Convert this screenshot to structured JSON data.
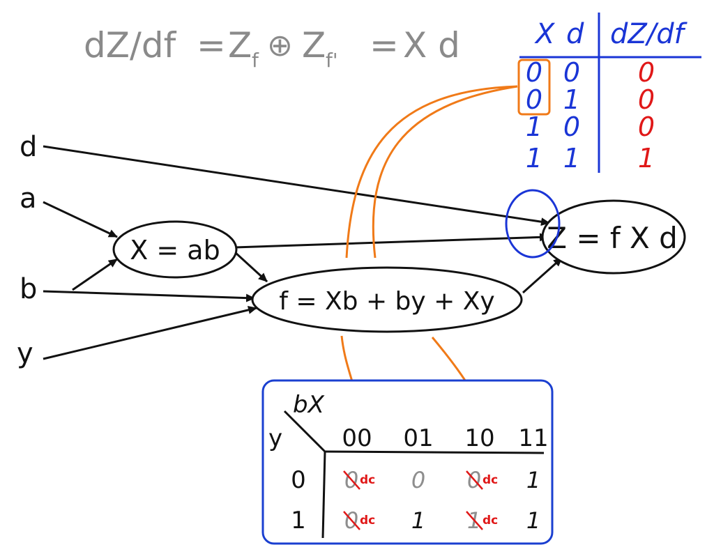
{
  "formula": {
    "lhs": "dZ/df",
    "eq1": "=",
    "z1": "Z",
    "sub1": "f",
    "xor": "⊕",
    "z2": "Z",
    "sub2": "f'",
    "eq2": "=",
    "rhs": "X d"
  },
  "truth_table": {
    "headers": [
      "X",
      "d",
      "dZ/df"
    ],
    "rows": [
      [
        "0",
        "0",
        "0"
      ],
      [
        "0",
        "1",
        "0"
      ],
      [
        "1",
        "0",
        "0"
      ],
      [
        "1",
        "1",
        "1"
      ]
    ]
  },
  "inputs": [
    "d",
    "a",
    "b",
    "y"
  ],
  "nodes": {
    "x_node": "X = ab",
    "f_node": "f = Xb + by + Xy",
    "z_node": "Z = f X d"
  },
  "kmap": {
    "col_var": "bX",
    "row_var": "y",
    "col_headers": [
      "00",
      "01",
      "10",
      "11"
    ],
    "row_headers": [
      "0",
      "1"
    ],
    "cells": [
      [
        {
          "value": "0",
          "crossed": true,
          "note": "dc"
        },
        {
          "value": "0",
          "crossed": false,
          "note": ""
        },
        {
          "value": "0",
          "crossed": true,
          "note": "dc"
        },
        {
          "value": "1",
          "crossed": false,
          "note": ""
        }
      ],
      [
        {
          "value": "0",
          "crossed": true,
          "note": "dc"
        },
        {
          "value": "1",
          "crossed": false,
          "note": ""
        },
        {
          "value": "1",
          "crossed": true,
          "note": "dc"
        },
        {
          "value": "1",
          "crossed": false,
          "note": ""
        }
      ]
    ]
  },
  "colors": {
    "ink": "#111111",
    "formula_gray": "#8a8a8a",
    "table_blue": "#1a35d6",
    "result_red": "#e01818",
    "arrow_orange": "#f07a18",
    "kmap_border": "#1a3fd0",
    "muted_gray": "#8e8e8e"
  }
}
